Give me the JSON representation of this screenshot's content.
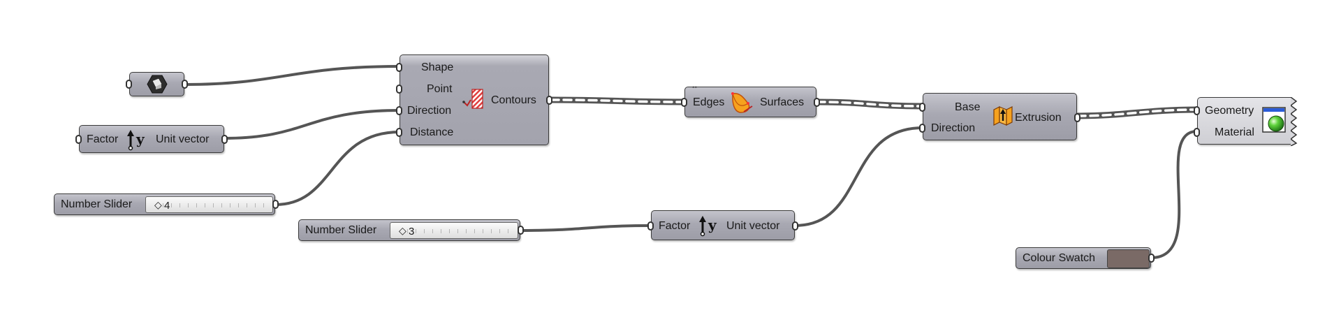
{
  "canvas": {
    "background": "#ffffff",
    "wire_color": "#555555"
  },
  "geometry_param": {
    "icon": "brep-param-icon"
  },
  "unit_vector_1": {
    "input": "Factor",
    "output": "Unit vector",
    "icon": "unit-y-icon"
  },
  "unit_vector_2": {
    "input": "Factor",
    "output": "Unit vector",
    "icon": "unit-y-icon"
  },
  "slider_1": {
    "label": "Number Slider",
    "value": "4"
  },
  "slider_2": {
    "label": "Number Slider",
    "value": "3"
  },
  "contour": {
    "inputs": [
      "Shape",
      "Point",
      "Direction",
      "Distance"
    ],
    "output": "Contours",
    "icon": "contour-icon"
  },
  "boundary": {
    "input": "Edges",
    "output": "Surfaces",
    "icon": "boundary-surfaces-icon"
  },
  "extrude": {
    "inputs": [
      "Base",
      "Direction"
    ],
    "output": "Extrusion",
    "icon": "extrude-icon"
  },
  "preview": {
    "inputs": [
      "Geometry",
      "Material"
    ],
    "icon": "custom-preview-icon"
  },
  "swatch": {
    "label": "Colour Swatch",
    "color": "#7a6a66"
  }
}
